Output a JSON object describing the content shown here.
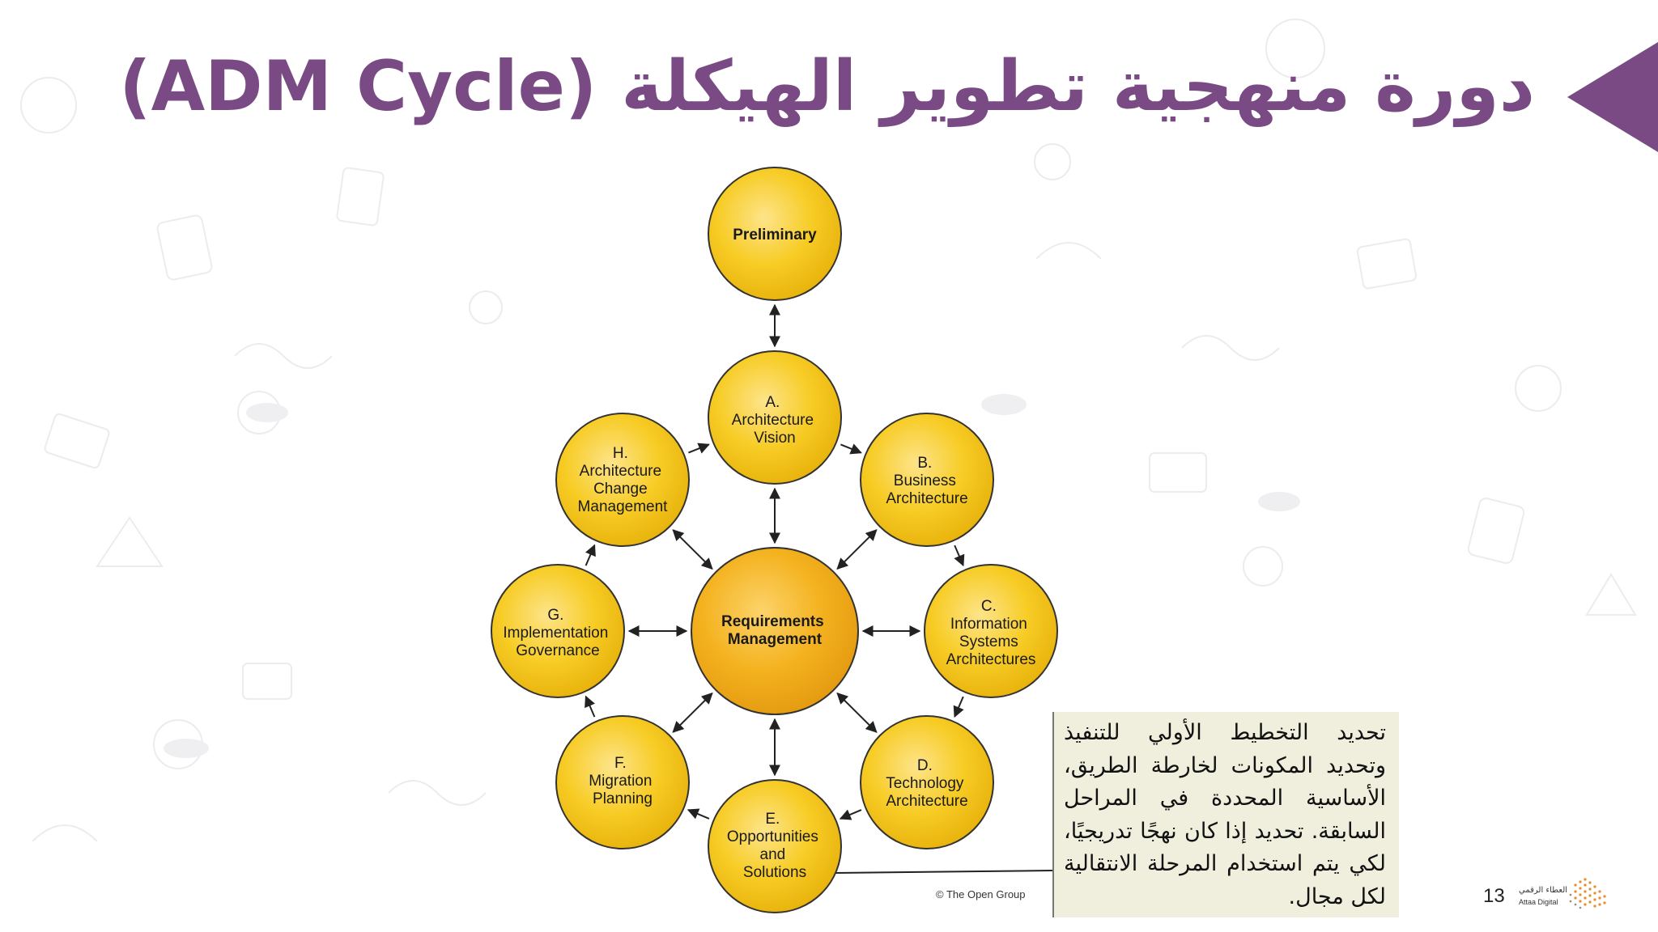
{
  "slide": {
    "title": "دورة منهجية تطوير الهيكلة (ADM Cycle)",
    "page_number": "13",
    "colors": {
      "title": "#7a4a84",
      "node_fill": "#f5c518",
      "center_fill": "#f2a81d",
      "callout_bg": "#f0eedc"
    }
  },
  "diagram": {
    "nodes": [
      {
        "id": "preliminary",
        "lines": [
          "Preliminary"
        ],
        "bold": true
      },
      {
        "id": "a",
        "lines": [
          "A.",
          "Architecture",
          "Vision"
        ]
      },
      {
        "id": "b",
        "lines": [
          "B.",
          "Business",
          "Architecture"
        ]
      },
      {
        "id": "c",
        "lines": [
          "C.",
          "Information",
          "Systems",
          "Architectures"
        ]
      },
      {
        "id": "d",
        "lines": [
          "D.",
          "Technology",
          "Architecture"
        ]
      },
      {
        "id": "e",
        "lines": [
          "E.",
          "Opportunities",
          "and",
          "Solutions"
        ]
      },
      {
        "id": "f",
        "lines": [
          "F.",
          "Migration",
          "Planning"
        ]
      },
      {
        "id": "g",
        "lines": [
          "G.",
          "Implementation",
          "Governance"
        ]
      },
      {
        "id": "h",
        "lines": [
          "H.",
          "Architecture",
          "Change",
          "Management"
        ]
      },
      {
        "id": "center",
        "lines": [
          "Requirements",
          "Management"
        ],
        "bold": true
      }
    ],
    "copyright": "© The Open Group"
  },
  "callout": {
    "text": "تحديد التخطيط الأولي للتنفيذ وتحديد المكونات لخارطة الطريق، الأساسية المحددة في المراحل السابقة. تحديد إذا كان نهجًا تدريجيًا، لكي يتم استخدام المرحلة الانتقالية لكل مجال."
  },
  "logo": {
    "name_ar": "العطاء الرقمي",
    "name_en": "Attaa Digital"
  }
}
